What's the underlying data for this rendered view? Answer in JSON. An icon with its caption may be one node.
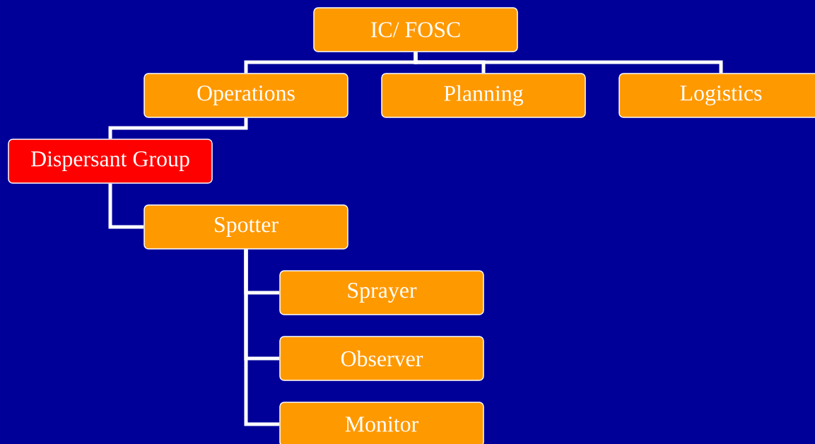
{
  "diagram": {
    "nodes": [
      {
        "text": [
          "IC/ FOSC"
        ]
      },
      {
        "text": [
          "Operations"
        ]
      },
      {
        "text": [
          "Planning"
        ]
      },
      {
        "text": [
          "Logistics"
        ]
      },
      {
        "text": [
          "Dispersant Group"
        ]
      },
      {
        "text": [
          "Spotter"
        ]
      },
      {
        "text": [
          "Sprayer"
        ]
      },
      {
        "text": [
          "Observer"
        ]
      },
      {
        "text": [
          "Monitor"
        ]
      }
    ],
    "edges": [
      {
        "from": 0,
        "to": 1,
        "arrow": "none"
      },
      {
        "from": 0,
        "to": 2,
        "arrow": "none"
      },
      {
        "from": 0,
        "to": 3,
        "arrow": "none"
      },
      {
        "from": 1,
        "to": 4,
        "arrow": "none"
      },
      {
        "from": 4,
        "to": 5,
        "arrow": "none"
      },
      {
        "from": 5,
        "to": 6,
        "arrow": "none"
      },
      {
        "from": 5,
        "to": 7,
        "arrow": "none"
      },
      {
        "from": 5,
        "to": 8,
        "arrow": "none"
      }
    ]
  }
}
